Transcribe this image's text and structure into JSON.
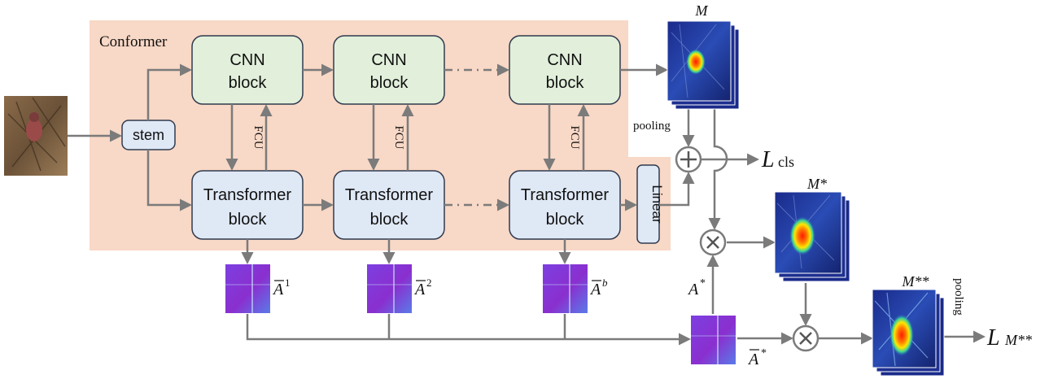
{
  "conformer": {
    "label": "Conformer"
  },
  "stem": {
    "label": "stem"
  },
  "cnn_blocks": [
    {
      "line1": "CNN",
      "line2": "block"
    },
    {
      "line1": "CNN",
      "line2": "block"
    },
    {
      "line1": "CNN",
      "line2": "block"
    }
  ],
  "transformer_blocks": [
    {
      "line1": "Transformer",
      "line2": "block"
    },
    {
      "line1": "Transformer",
      "line2": "block"
    },
    {
      "line1": "Transformer",
      "line2": "block"
    }
  ],
  "fcu": {
    "label": "FCU"
  },
  "linear": {
    "label": "Linear"
  },
  "attention_maps": [
    {
      "base": "A",
      "sup": "1"
    },
    {
      "base": "A",
      "sup": "2"
    },
    {
      "base": "A",
      "sup": "b"
    }
  ],
  "a_star": {
    "base": "A",
    "sup": "*"
  },
  "a_bar_star": {
    "base": "A",
    "sup": "*"
  },
  "maps": {
    "m": "M",
    "m_star": "M*",
    "m_star_star": "M**"
  },
  "losses": {
    "cls": {
      "base": "L",
      "sub": "cls"
    },
    "mss": {
      "base": "L",
      "sub": "M**"
    }
  },
  "pooling_labels": [
    "pooling",
    "pooling"
  ],
  "colors": {
    "conformer_bg": "#f8d8c6",
    "cnn_fill": "#e2f0db",
    "transformer_fill": "#dfe8f5",
    "box_stroke": "#2f3a4f",
    "arrow": "#7b7b7b"
  },
  "icons": {
    "add": "plus-circle-icon",
    "multiply": "times-circle-icon"
  }
}
